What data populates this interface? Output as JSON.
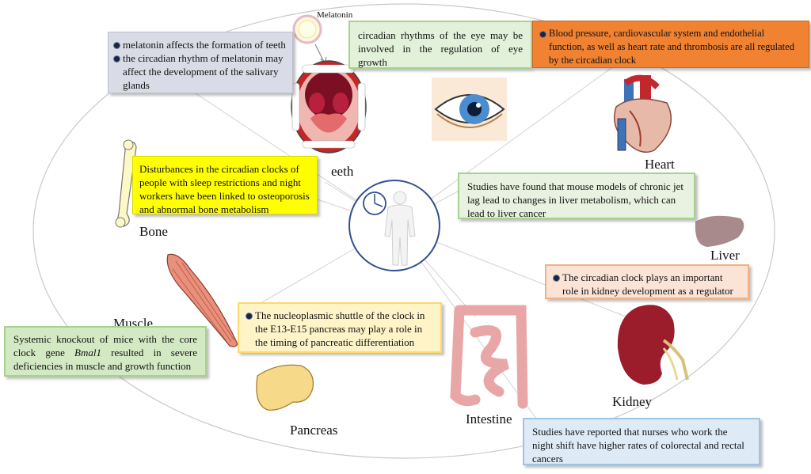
{
  "hormone_label": "Melatonin",
  "organs": {
    "teeth": "eeth",
    "heart": "Heart",
    "bone": "Bone",
    "liver": "Liver",
    "muscle": "Muscle",
    "kidney": "Kidney",
    "pancreas": "Pancreas",
    "intestine": "Intestine"
  },
  "notes": {
    "teeth_1": "melatonin affects the formation of teeth",
    "teeth_2": "the circadian rhythm of melatonin may affect the development of the salivary glands",
    "eye": "circadian rhythms of the eye may be involved in the regulation of eye growth",
    "heart": "Blood pressure, cardiovascular system and endothelial function, as well as heart rate and thrombosis are all regulated by the circadian clock",
    "bone": "Disturbances in the circadian clocks of people with sleep restrictions and night workers have been linked to osteoporosis and abnormal bone metabolism",
    "liver": "Studies have found that mouse models of chronic jet lag lead to changes in liver metabolism, which can lead to liver cancer",
    "kidney": "The circadian clock plays an important role in kidney development as a regulator",
    "pancreas": "The nucleoplasmic shuttle of the clock in the E13-E15 pancreas may play a role in the timing of pancreatic differentiation",
    "muscle_pre": "Systemic knockout of mice with the core clock gene ",
    "muscle_gene": "Bmal1",
    "muscle_post": " resulted in severe deficiencies in muscle and growth function",
    "intestine": "Studies have reported that nurses who work the night shift have higher rates of colorectal and rectal cancers"
  },
  "colors": {
    "teeth_box": "#d9dce6",
    "eye_box": "#e2f1da",
    "heart_box": "#f08232",
    "bone_box": "#ffff00",
    "liver_box": "#e8f2e0",
    "kidney_box": "#fbe3d6",
    "pancreas_box": "#fff4c8",
    "muscle_box": "#d3e9c4",
    "intestine_box": "#deebf7"
  }
}
